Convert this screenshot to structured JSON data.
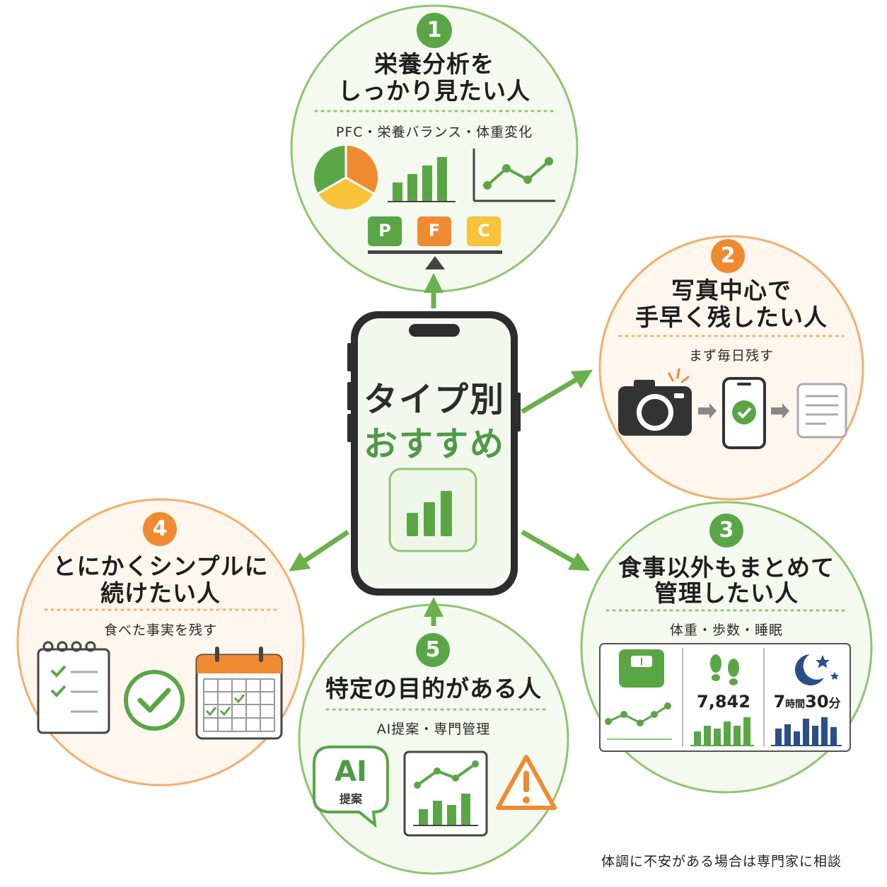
{
  "center": {
    "line1": "タイプ別",
    "line2": "おすすめ"
  },
  "colors": {
    "green": "#6ab04c",
    "dark_green": "#4e9a45",
    "orange": "#f08a30",
    "yellow": "#f7c33b",
    "navy": "#2b4e86"
  },
  "cards": [
    {
      "number": "1",
      "title_line1": "栄養分析を",
      "title_line2": "しっかり見たい人",
      "subtitle": "PFC・栄養バランス・体重変化",
      "pfc_labels": [
        "P",
        "F",
        "C"
      ]
    },
    {
      "number": "2",
      "title_line1": "写真中心で",
      "title_line2": "手早く残したい人",
      "subtitle": "まず毎日残す"
    },
    {
      "number": "3",
      "title_line1": "食事以外もまとめて",
      "title_line2": "管理したい人",
      "subtitle": "体重・歩数・睡眠",
      "steps_value": "7,842",
      "sleep_hours": "7",
      "sleep_hours_unit": "時間",
      "sleep_minutes": "30",
      "sleep_minutes_unit": "分"
    },
    {
      "number": "4",
      "title_line1": "とにかくシンプルに",
      "title_line2": "続けたい人",
      "subtitle": "食べた事実を残す"
    },
    {
      "number": "5",
      "title_line1": "特定の目的がある人",
      "subtitle": "AI提案・専門管理",
      "ai_label": "AI",
      "ai_sub": "提案"
    }
  ],
  "footnote": "体調に不安がある場合は専門家に相談",
  "icons": [
    "pie-chart-icon",
    "bar-chart-icon",
    "line-chart-icon",
    "balance-scale-icon",
    "camera-icon",
    "phone-check-icon",
    "document-icon",
    "scale-icon",
    "footprints-icon",
    "moon-icon",
    "notebook-checklist-icon",
    "check-circle-icon",
    "calendar-icon",
    "speech-bubble-icon",
    "warning-icon"
  ]
}
